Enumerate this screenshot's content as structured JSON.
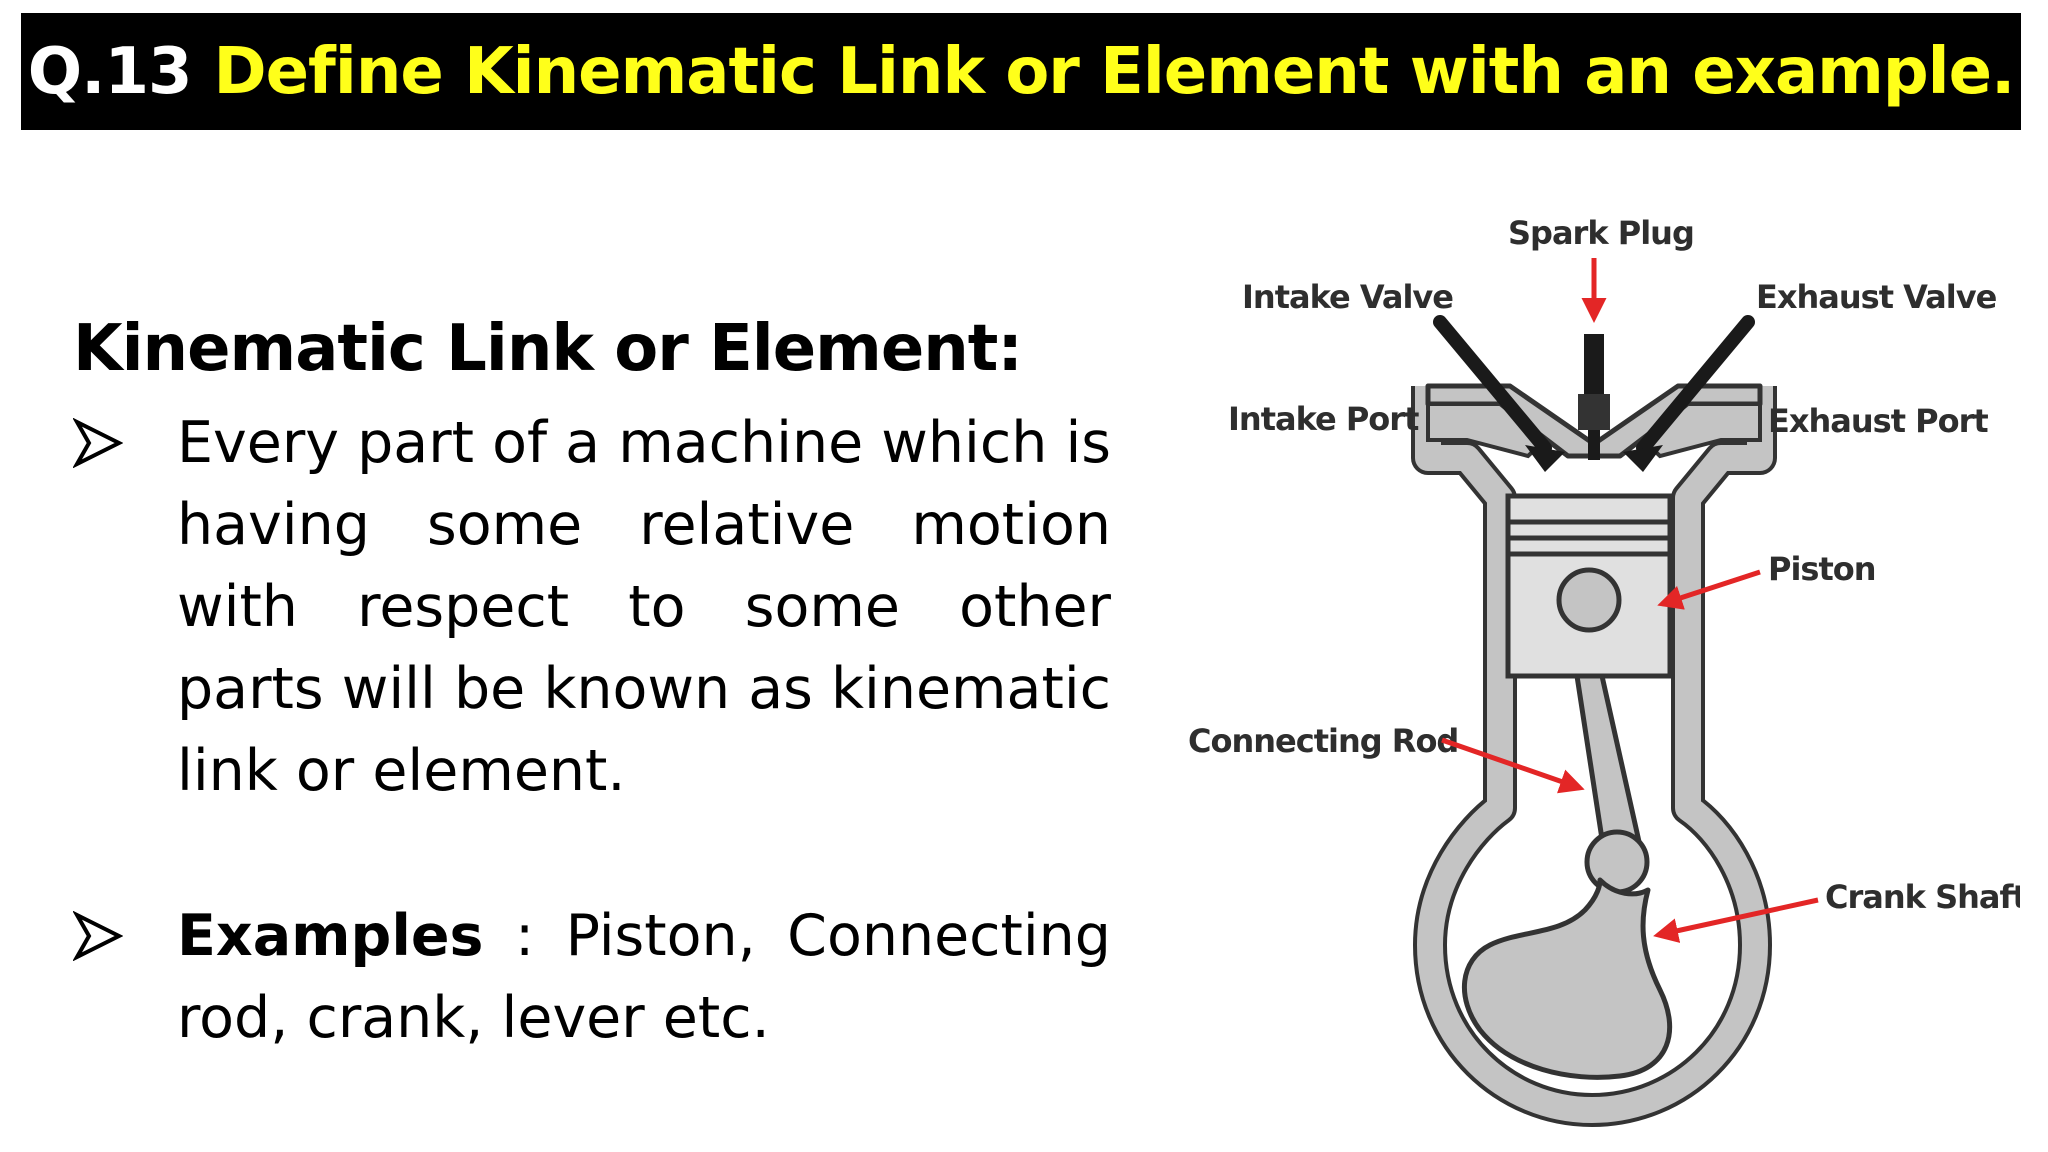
{
  "header": {
    "question_number": "Q.13",
    "question_text": "Define Kinematic Link or Element with an example."
  },
  "content": {
    "heading": "Kinematic Link or Element:",
    "definition": "Every part of a machine which is having some relative motion with respect to some other parts will be known as kinematic link or element.",
    "examples_label": "Examples",
    "examples_text": " : Piston, Connecting rod, crank, lever etc."
  },
  "diagram": {
    "labels": {
      "spark_plug": "Spark Plug",
      "intake_valve": "Intake Valve",
      "exhaust_valve": "Exhaust Valve",
      "intake_port": "Intake Port",
      "exhaust_port": "Exhaust Port",
      "piston": "Piston",
      "connecting_rod": "Connecting Rod",
      "crank_shaft": "Crank Shaft"
    }
  },
  "colors": {
    "title_background": "#000000",
    "title_number": "#ffffff",
    "title_text": "#ffff1a",
    "arrow": "#e32626",
    "engine_fill": "#c4c4c4",
    "engine_stroke": "#333333"
  }
}
